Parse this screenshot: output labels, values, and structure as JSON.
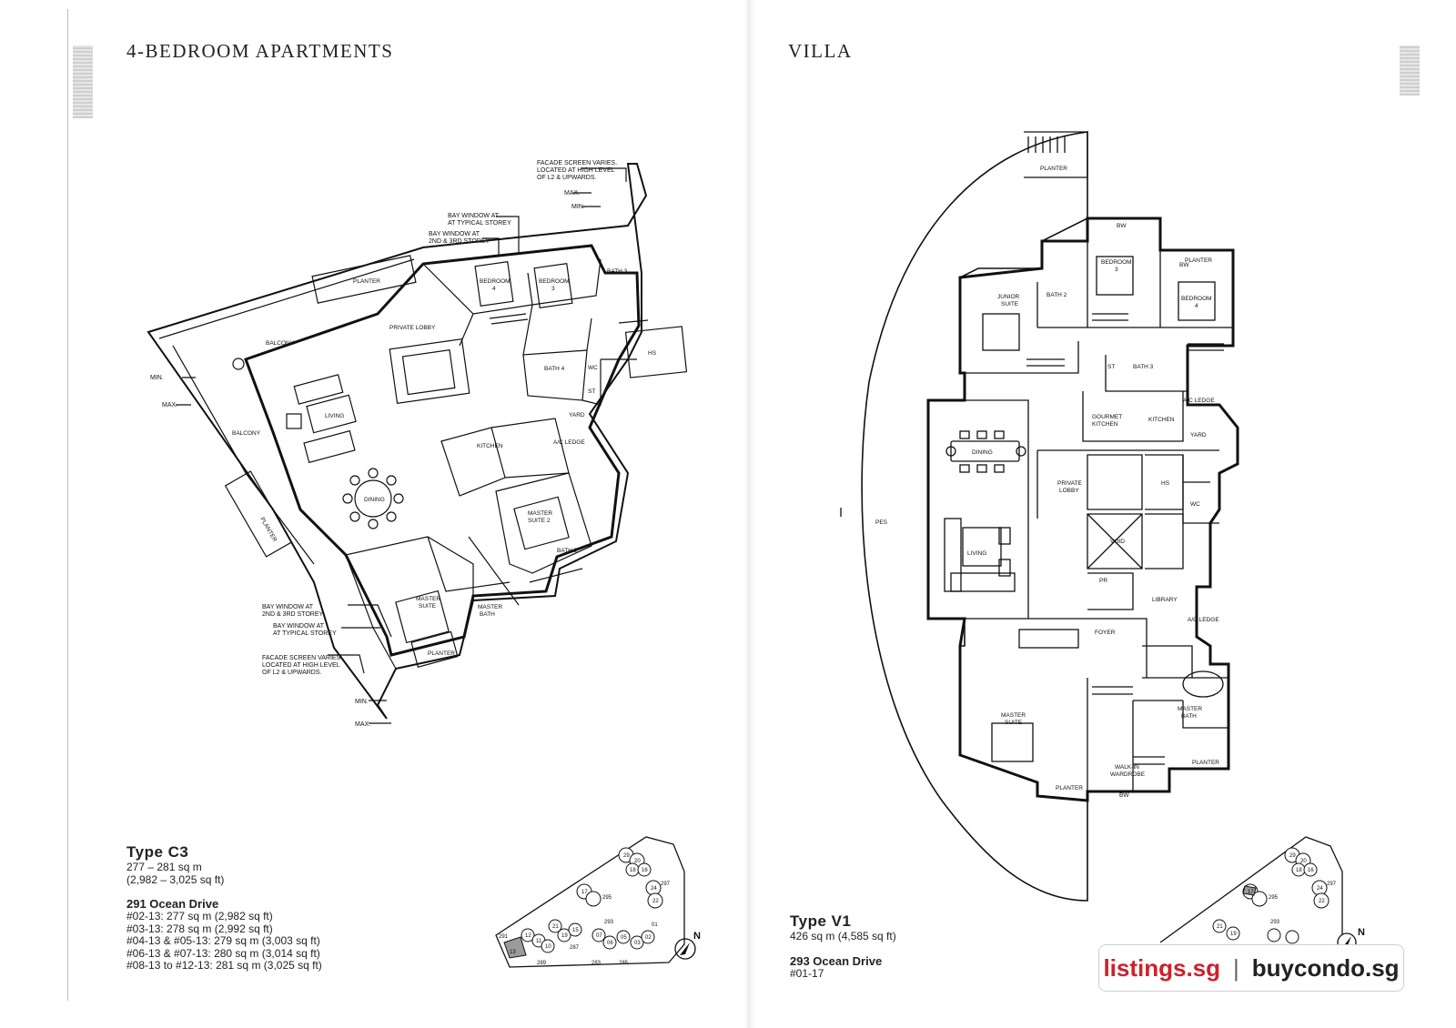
{
  "left_page": {
    "title": "4-BEDROOM APARTMENTS",
    "unit_type": "Type C3",
    "area_sqm": "277 – 281 sq m",
    "area_sqft": "(2,982 – 3,025 sq ft)",
    "building": "291 Ocean Drive",
    "units": [
      "#02-13: 277 sq m (2,982 sq ft)",
      "#03-13: 278 sq m (2,992 sq ft)",
      "#04-13 & #05-13: 279 sq m (3,003 sq ft)",
      "#06-13 & #07-13: 280 sq m (3,014 sq ft)",
      "#08-13 to #12-13: 281 sq m (3,025 sq ft)"
    ],
    "plan_labels": {
      "balcony_top": "BALCONY",
      "balcony_left": "BALCONY",
      "planter_top": "PLANTER",
      "planter_left": "PLANTER",
      "planter_bottom": "PLANTER",
      "private_lobby": "PRIVATE LOBBY",
      "living": "LIVING",
      "dining": "DINING",
      "kitchen": "KITCHEN",
      "yard": "YARD",
      "ac_ledge": "A/C LEDGE",
      "bedroom4_a": "BEDROOM",
      "bedroom4_b": "4",
      "bedroom3_a": "BEDROOM",
      "bedroom3_b": "3",
      "bath3": "BATH 3",
      "bath4": "BATH 4",
      "wc": "WC",
      "st": "ST",
      "hs": "HS",
      "master_suite2_a": "MASTER",
      "master_suite2_b": "SUITE 2",
      "bath2": "BATH 2",
      "master_suite_a": "MASTER",
      "master_suite_b": "SUITE",
      "master_bath_a": "MASTER",
      "master_bath_b": "BATH",
      "min_left": "MIN.",
      "max_left": "MAX.",
      "min_top": "MIN.",
      "max_top": "MAX.",
      "min_bottom": "MIN.",
      "max_bottom": "MAX.",
      "facade_top_1": "FACADE SCREEN VARIES.",
      "facade_top_2": "LOCATED AT HIGH LEVEL",
      "facade_top_3": "OF L2 & UPWARDS.",
      "bay_typ_top_1": "BAY WINDOW AT",
      "bay_typ_top_2": "AT TYPICAL STOREY",
      "bay_23_top_1": "BAY WINDOW AT",
      "bay_23_top_2": "2ND & 3RD STOREY",
      "bay_23_bot_1": "BAY WINDOW AT",
      "bay_23_bot_2": "2ND & 3RD STOREY",
      "bay_typ_bot_1": "BAY WINDOW AT",
      "bay_typ_bot_2": "AT TYPICAL STOREY",
      "facade_bot_1": "FACADE SCREEN VARIES.",
      "facade_bot_2": "LOCATED AT HIGH LEVEL",
      "facade_bot_3": "OF L2 & UPWARDS."
    },
    "keyplan_labels": [
      "29",
      "20",
      "18",
      "16",
      "297",
      "17",
      "295",
      "24",
      "22",
      "293",
      "21",
      "19",
      "291",
      "15",
      "13",
      "12",
      "11",
      "10",
      "07",
      "06",
      "05",
      "03",
      "02",
      "01",
      "289",
      "283",
      "287",
      "285",
      "N"
    ]
  },
  "right_page": {
    "title": "VILLA",
    "unit_type": "Type V1",
    "area": "426 sq m (4,585 sq ft)",
    "building": "293 Ocean Drive",
    "unit": "#01-17",
    "plan_labels": {
      "planter_top": "PLANTER",
      "bw_top": "BW",
      "bw_side": "BW",
      "bw_bottom": "BW",
      "junior_a": "JUNIOR",
      "junior_b": "SUITE",
      "bath2": "BATH 2",
      "bedroom3_a": "BEDROOM",
      "bedroom3_b": "3",
      "planter_r": "PLANTER",
      "bedroom4_a": "BEDROOM",
      "bedroom4_b": "4",
      "st": "ST",
      "bath3": "BATH 3",
      "gourmet_a": "GOURMET",
      "gourmet_b": "KITCHEN",
      "kitchen": "KITCHEN",
      "ac_ledge_top": "A/C LEDGE",
      "yard": "YARD",
      "dining": "DINING",
      "private_a": "PRIVATE",
      "private_b": "LOBBY",
      "hs": "HS",
      "wc": "WC",
      "pes": "PES",
      "void": "VOID",
      "living": "LIVING",
      "pr": "PR",
      "library": "LIBRARY",
      "foyer": "FOYER",
      "ac_ledge_bot": "A/C LEDGE",
      "master_suite_a": "MASTER",
      "master_suite_b": "SUITE",
      "master_bath_a": "MASTER",
      "master_bath_b": "BATH",
      "walkin_a": "WALK-IN",
      "walkin_b": "WARDROBE",
      "planter_b1": "PLANTER",
      "planter_b2": "PLANTER"
    },
    "keyplan_labels": [
      "29",
      "20",
      "18",
      "16",
      "297",
      "17",
      "295",
      "24",
      "22",
      "293",
      "21",
      "19",
      "N"
    ]
  },
  "branding": {
    "site_a": "listings.sg",
    "separator": "|",
    "site_b": "buycondo.sg"
  }
}
